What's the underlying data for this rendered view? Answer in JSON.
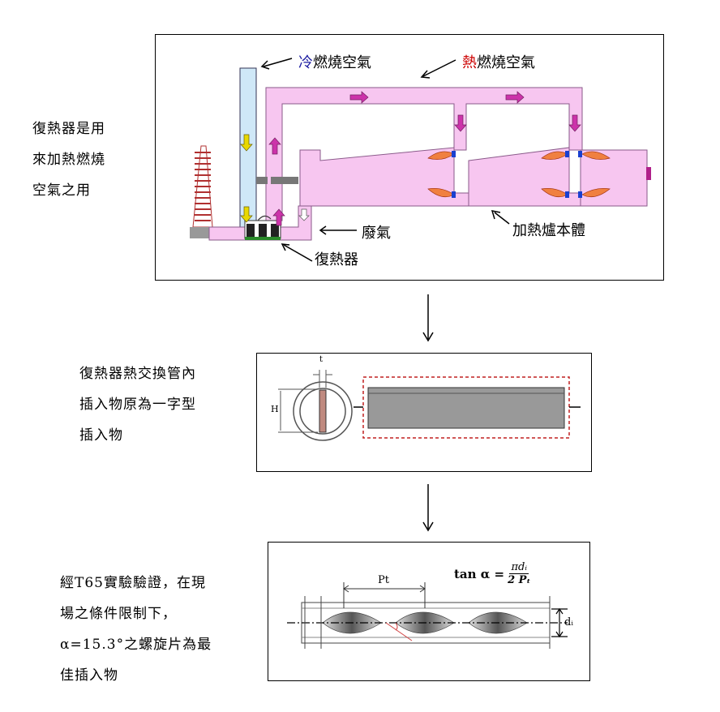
{
  "panel1": {
    "side_text": [
      "復熱器是用",
      "來加熱燃燒",
      "空氣之用"
    ],
    "label_cold_prefix": "冷",
    "label_cold_rest": "燃燒空氣",
    "label_hot_prefix": "熱",
    "label_hot_rest": "燃燒空氣",
    "label_exhaust": "廢氣",
    "label_recuperator": "復熱器",
    "label_furnace": "加熱爐本體"
  },
  "panel2": {
    "side_text": [
      "復熱器熱交換管內",
      "插入物原為一字型",
      "插入物"
    ],
    "label_t": "t",
    "label_h": "H"
  },
  "panel3": {
    "side_text": [
      "經T65實驗驗證，在現",
      "場之條件限制下，",
      "α=15.3°之螺旋片為最",
      "佳插入物"
    ],
    "label_pt": "Pt",
    "formula_lhs": "tan α =",
    "formula_num": "πdᵢ",
    "formula_den": "2 Pₜ",
    "label_di": "dᵢ"
  },
  "colors": {
    "furnace_pink": "#f7c6f0",
    "tower_blue": "#cfe8f7",
    "arrow_magenta": "#cc33aa",
    "arrow_yellow": "#e8d800",
    "chimney_red": "#b03030"
  }
}
